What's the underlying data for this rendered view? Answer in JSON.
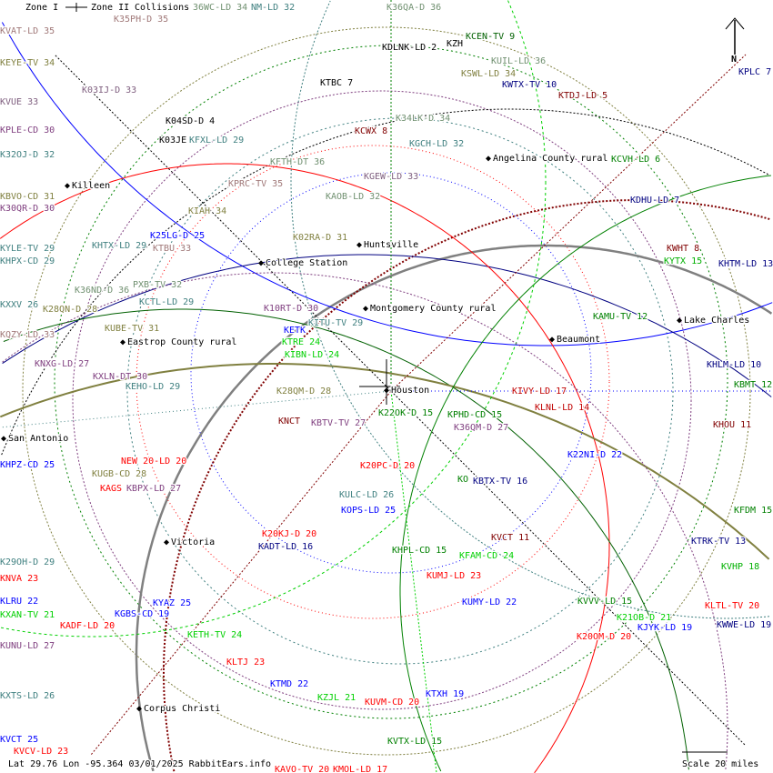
{
  "legend": {
    "zone1": "Zone I",
    "zone2": "Zone II",
    "collisions": "Collisions"
  },
  "north_label": "N",
  "footer": {
    "coords": "Lat 29.76 Lon -95.364 03/01/2025 RabbitEars.info",
    "scale": "Scale 20 miles"
  },
  "colors": {
    "teal": "#408080",
    "rosy": "#a07878",
    "olive": "#808040",
    "purple": "#804080",
    "mauve": "#806080",
    "sage": "#709070",
    "black": "#000000",
    "navy": "#000080",
    "darkred": "#800000",
    "red": "#ff0000",
    "crimson": "#c00000",
    "green": "#008000",
    "lime": "#00d000",
    "blue": "#0000ff",
    "darkgreen": "#006000"
  },
  "stations": [
    {
      "label": "KVAT-LD 35",
      "color": "#a07878"
    },
    {
      "label": "K35PH-D 35",
      "color": "#a07878"
    },
    {
      "label": "36WC-LD 34",
      "color": "#709070"
    },
    {
      "label": "NM-LD 32",
      "color": "#408080"
    },
    {
      "label": "KEYE-TV 34",
      "color": "#808040"
    },
    {
      "label": "K03IJ-D 33",
      "color": "#806080"
    },
    {
      "label": "KVUE 33",
      "color": "#806080"
    },
    {
      "label": "K04SD-D 4",
      "color": "#000000"
    },
    {
      "label": "KPLE-CD 30",
      "color": "#804080"
    },
    {
      "label": "K03JE",
      "color": "#000000"
    },
    {
      "label": "KFXL-LD 29",
      "color": "#408080"
    },
    {
      "label": "K32OJ-D 32",
      "color": "#408080"
    },
    {
      "label": "KFTH-DT 36",
      "color": "#709070"
    },
    {
      "label": "KPRC-TV 35",
      "color": "#a07878"
    },
    {
      "label": "KBVO-CD 31",
      "color": "#808040"
    },
    {
      "label": "K30QR-D 30",
      "color": "#804080"
    },
    {
      "label": "KIAH 34",
      "color": "#808040"
    },
    {
      "label": "KAOB-LD 32",
      "color": "#709070"
    },
    {
      "label": "K25LG-D 25",
      "color": "#0000ff"
    },
    {
      "label": "K02RA-D 31",
      "color": "#808040"
    },
    {
      "label": "KYLE-TV 29",
      "color": "#408080"
    },
    {
      "label": "KHTX-LD 29",
      "color": "#408080"
    },
    {
      "label": "KTBU 33",
      "color": "#a07878"
    },
    {
      "label": "KHPX-CD 29",
      "color": "#408080"
    },
    {
      "label": "K36ND-D 36",
      "color": "#709070"
    },
    {
      "label": "PXB-TV 32",
      "color": "#709070"
    },
    {
      "label": "KCTL-LD 29",
      "color": "#408080"
    },
    {
      "label": "KXXV 26",
      "color": "#408080"
    },
    {
      "label": "K28QN-D 28",
      "color": "#808040"
    },
    {
      "label": "K10RT-D 30",
      "color": "#804080"
    },
    {
      "label": "KQZY-LD 33",
      "color": "#a07878"
    },
    {
      "label": "KETK",
      "color": "#0000ff"
    },
    {
      "label": "KITU-TV 29",
      "color": "#408080"
    },
    {
      "label": "KUBE-TV 31",
      "color": "#808040"
    },
    {
      "label": "KTRE 24",
      "color": "#00d000"
    },
    {
      "label": "KIBN-LD 24",
      "color": "#00d000"
    },
    {
      "label": "KNXG-LD 27",
      "color": "#804080"
    },
    {
      "label": "KXLN-DT 30",
      "color": "#804080"
    },
    {
      "label": "KEHO-LD 29",
      "color": "#408080"
    },
    {
      "label": "K28QM-D 28",
      "color": "#808040"
    },
    {
      "label": "K22OK-D 15",
      "color": "#008000"
    },
    {
      "label": "KPHD-CD 15",
      "color": "#008000"
    },
    {
      "label": "K36QM-D 27",
      "color": "#804080"
    },
    {
      "label": "KIVY-LD 17",
      "color": "#c00000"
    },
    {
      "label": "KLNL-LD 14",
      "color": "#c00000"
    },
    {
      "label": "KNCT",
      "color": "#800000"
    },
    {
      "label": "KBTV-TV 27",
      "color": "#804080"
    },
    {
      "label": "KHPZ-CD 25",
      "color": "#0000ff"
    },
    {
      "label": "NEW 20-LD 20",
      "color": "#ff0000"
    },
    {
      "label": "KUGB-CD 28",
      "color": "#808040"
    },
    {
      "label": "K20PC-D 20",
      "color": "#ff0000"
    },
    {
      "label": "KAGS",
      "color": "#ff0000"
    },
    {
      "label": "KBPX-LD 27",
      "color": "#804080"
    },
    {
      "label": "KO",
      "color": "#008000"
    },
    {
      "label": "KBTX-TV 16",
      "color": "#000080"
    },
    {
      "label": "K22NI-D 22",
      "color": "#0000ff"
    },
    {
      "label": "KULC-LD 26",
      "color": "#408080"
    },
    {
      "label": "KOPS-LD 25",
      "color": "#0000ff"
    },
    {
      "label": "KVCT 11",
      "color": "#800000"
    },
    {
      "label": "K20KJ-D 20",
      "color": "#ff0000"
    },
    {
      "label": "KADT-LD 16",
      "color": "#000080"
    },
    {
      "label": "KHPL-CD 15",
      "color": "#008000"
    },
    {
      "label": "KFAM-CD 24",
      "color": "#00d000"
    },
    {
      "label": "KTRK-TV 13",
      "color": "#000080"
    },
    {
      "label": "KVHP 18",
      "color": "#00b000"
    },
    {
      "label": "KUMJ-LD 23",
      "color": "#ff0000"
    },
    {
      "label": "K29OH-D 29",
      "color": "#408080"
    },
    {
      "label": "KNVA 23",
      "color": "#ff0000"
    },
    {
      "label": "KLRU 22",
      "color": "#0000ff"
    },
    {
      "label": "KYAZ 25",
      "color": "#0000ff"
    },
    {
      "label": "KUMY-LD 22",
      "color": "#0000ff"
    },
    {
      "label": "KVVV-LD 15",
      "color": "#008000"
    },
    {
      "label": "KLTL-TV 20",
      "color": "#ff0000"
    },
    {
      "label": "KXAN-TV 21",
      "color": "#00d000"
    },
    {
      "label": "KGBS-CD 19",
      "color": "#0000ff"
    },
    {
      "label": "KADF-LD 20",
      "color": "#ff0000"
    },
    {
      "label": "K21OB-D 21",
      "color": "#00d000"
    },
    {
      "label": "KJYK-LD 19",
      "color": "#0000ff"
    },
    {
      "label": "KWWE-LD 19",
      "color": "#000080"
    },
    {
      "label": "K20OM-D 20",
      "color": "#ff0000"
    },
    {
      "label": "KUNU-LD 27",
      "color": "#804080"
    },
    {
      "label": "KETH-TV 24",
      "color": "#00d000"
    },
    {
      "label": "KLTJ 23",
      "color": "#ff0000"
    },
    {
      "label": "KTMD 22",
      "color": "#0000ff"
    },
    {
      "label": "KXTS-LD 26",
      "color": "#408080"
    },
    {
      "label": "KZJL 21",
      "color": "#00d000"
    },
    {
      "label": "KUVM-CD 20",
      "color": "#ff0000"
    },
    {
      "label": "KTXH 19",
      "color": "#0000ff"
    },
    {
      "label": "KVCT 25",
      "color": "#0000ff"
    },
    {
      "label": "KVTX-LD 15",
      "color": "#008000"
    },
    {
      "label": "KVCV-LD 23",
      "color": "#ff0000"
    },
    {
      "label": "KAVO-TV 20",
      "color": "#ff0000"
    },
    {
      "label": "KMOL-LD 17",
      "color": "#ff0000"
    },
    {
      "label": "K36QA-D 36",
      "color": "#709070"
    },
    {
      "label": "KDLNK-LD 2",
      "color": "#000000"
    },
    {
      "label": "KZH",
      "color": "#000000"
    },
    {
      "label": "KCEN-TV 9",
      "color": "#006000"
    },
    {
      "label": "KUIL-LD 36",
      "color": "#709070"
    },
    {
      "label": "KSWL-LD 34",
      "color": "#808040"
    },
    {
      "label": "KWTX-TV 10",
      "color": "#000080"
    },
    {
      "label": "KTBC 7",
      "color": "#000000"
    },
    {
      "label": "KTDJ-LD 5",
      "color": "#800000"
    },
    {
      "label": "K34LK-D 34",
      "color": "#709070"
    },
    {
      "label": "KCWX 8",
      "color": "#800000"
    },
    {
      "label": "KGCH-LD 32",
      "color": "#408080"
    },
    {
      "label": "KCVH-LD 6",
      "color": "#008000"
    },
    {
      "label": "KGEW-LD 33",
      "color": "#806080"
    },
    {
      "label": "KDHU-LD 7",
      "color": "#000080"
    },
    {
      "label": "KPLC 7",
      "color": "#000080"
    },
    {
      "label": "KWHT 8",
      "color": "#800000"
    },
    {
      "label": "KYTX 15",
      "color": "#00b000"
    },
    {
      "label": "KHTM-LD 13",
      "color": "#000080"
    },
    {
      "label": "KAMU-TV 12",
      "color": "#008000"
    },
    {
      "label": "KHLM-LD 10",
      "color": "#000080"
    },
    {
      "label": "KBMT 12",
      "color": "#008000"
    },
    {
      "label": "KHOU 11",
      "color": "#800000"
    },
    {
      "label": "KFDM 15",
      "color": "#008000"
    }
  ],
  "cities": [
    {
      "name": "Killeen"
    },
    {
      "name": "Huntsville"
    },
    {
      "name": "College Station"
    },
    {
      "name": "Montgomery County rural"
    },
    {
      "name": "Eastrop County rural"
    },
    {
      "name": "Houston"
    },
    {
      "name": "San Antonio"
    },
    {
      "name": "Victoria"
    },
    {
      "name": "Corpus Christi"
    },
    {
      "name": "Angelina County rural"
    },
    {
      "name": "Beaumont"
    },
    {
      "name": "Lake Charles"
    }
  ]
}
